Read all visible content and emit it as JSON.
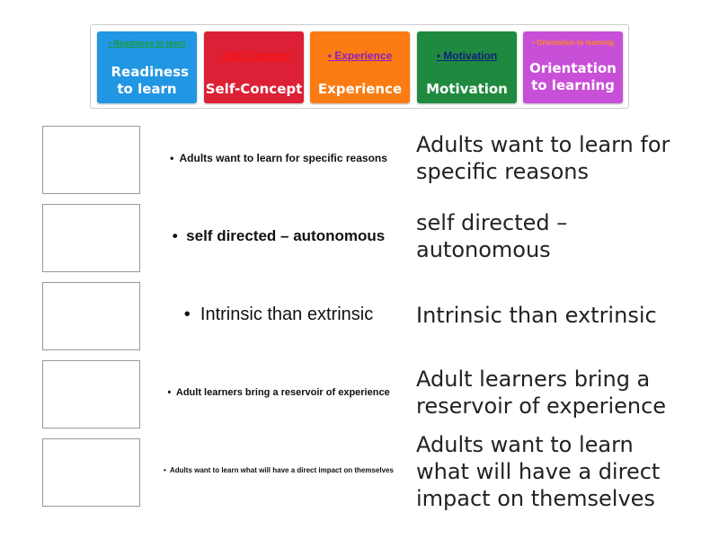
{
  "tiles": [
    {
      "image_text": "Readiness to learn",
      "label": "Readiness to learn",
      "bg": "#2196e3",
      "text_color": "#1a9a3a"
    },
    {
      "image_text": "Self-Concept",
      "label": "Self-Concept",
      "bg": "#dc2035",
      "text_color": "#ff1010"
    },
    {
      "image_text": "Experience",
      "label": "Experience",
      "bg": "#fb7c13",
      "text_color": "#8a1ec0"
    },
    {
      "image_text": "Motivation",
      "label": "Motivation",
      "bg": "#1f8a3f",
      "text_color": "#10207a"
    },
    {
      "image_text": "Orientation to learning",
      "label": "Orientation to learning",
      "bg": "#c84fd8",
      "text_color": "#ff8a20"
    }
  ],
  "rows": [
    {
      "image_text": "Adults want to learn for specific reasons",
      "text": "Adults want to learn for specific reasons"
    },
    {
      "image_text": "self directed – autonomous",
      "text": "self directed – autonomous"
    },
    {
      "image_text": "Intrinsic than extrinsic",
      "text": "Intrinsic than extrinsic"
    },
    {
      "image_text": "Adult learners bring a reservoir of experience",
      "text": "Adult learners bring a reservoir of experience"
    },
    {
      "image_text": "Adults want to learn what will have a direct impact on themselves",
      "text": "Adults want to learn what will have a direct impact on themselves"
    }
  ]
}
